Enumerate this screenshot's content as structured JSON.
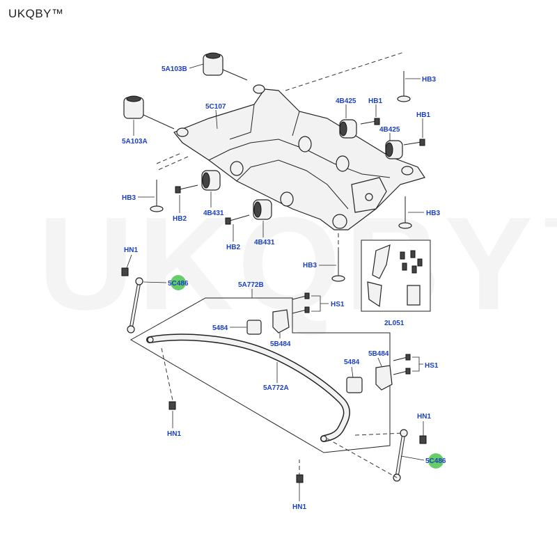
{
  "brand": {
    "text": "UKQBY™",
    "watermark": "UKQBY™"
  },
  "highlight_color": "#4cc44c",
  "label_color": "#1a3fc4",
  "labels": {
    "5A103B": "5A103B",
    "5C107": "5C107",
    "5A103A": "5A103A",
    "HB3_top": "HB3",
    "4B425_left": "4B425",
    "HB1_left": "HB1",
    "HB1_right": "HB1",
    "4B425_right": "4B425",
    "HB3_left": "HB3",
    "HB2_left": "HB2",
    "4B431_left": "4B431",
    "HB2_right": "HB2",
    "4B431_right": "4B431",
    "HB3_right": "HB3",
    "HB3_lower": "HB3",
    "HN1_topleft": "HN1",
    "5C486_left": "5C486",
    "5A772B": "5A772B",
    "HS1_top": "HS1",
    "5484_top": "5484",
    "5B484_top": "5B484",
    "2L051": "2L051",
    "5A772A": "5A772A",
    "5B484_right": "5B484",
    "5484_right": "5484",
    "HS1_right": "HS1",
    "HN1_left": "HN1",
    "HN1_right": "HN1",
    "5C486_right": "5C486",
    "HN1_bottom": "HN1"
  }
}
